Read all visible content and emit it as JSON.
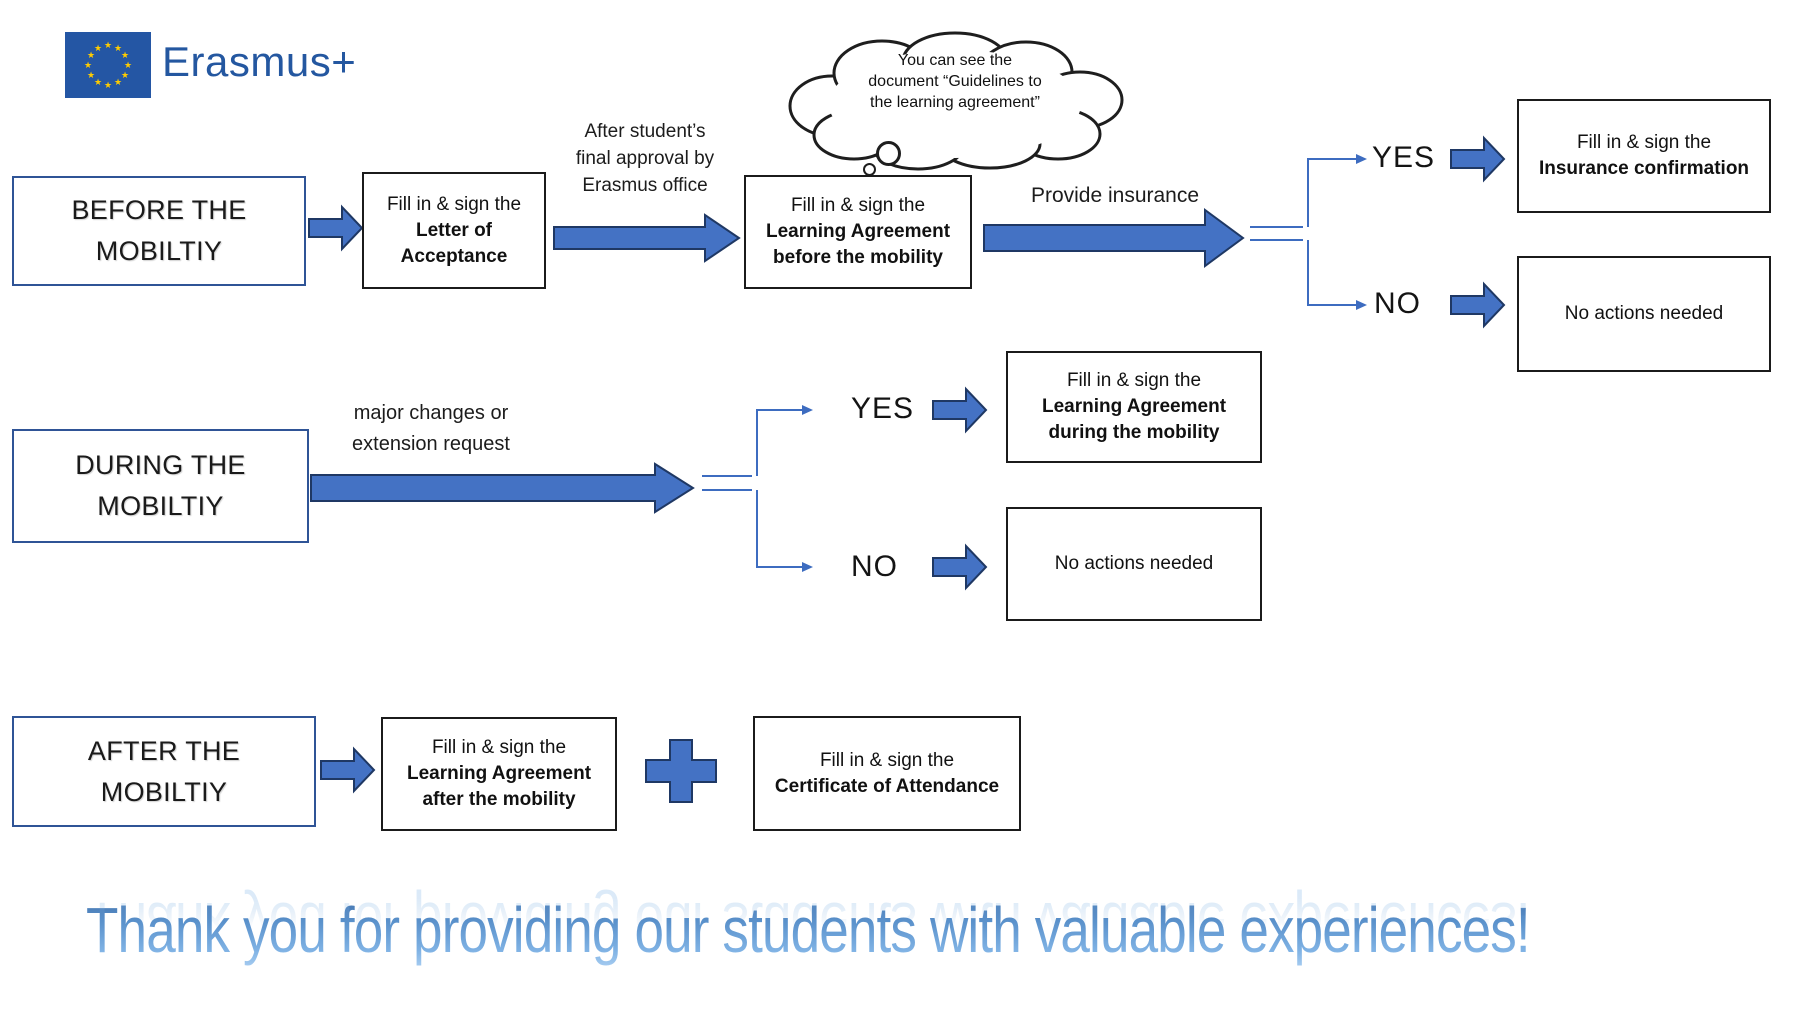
{
  "logo": {
    "brand": "Erasmus+"
  },
  "cloud": {
    "line1": "You can see the",
    "line2": "document “Guidelines to",
    "line3": "the learning agreement”"
  },
  "stages": {
    "before": {
      "line1": "BEFORE THE",
      "line2": "MOBILTIY"
    },
    "during": {
      "line1": "DURING THE",
      "line2": "MOBILTIY"
    },
    "after": {
      "line1": "AFTER THE",
      "line2": "MOBILTIY"
    }
  },
  "annotations": {
    "after_approval": [
      "After student’s",
      "final approval by",
      "Erasmus office"
    ],
    "provide_insurance": "Provide insurance",
    "major_changes": [
      "major changes or",
      "extension request"
    ]
  },
  "boxes": {
    "letter_of_acceptance": {
      "prefix": "Fill in & sign the",
      "bold1": "Letter of",
      "bold2": "Acceptance"
    },
    "la_before": {
      "prefix": "Fill in & sign the",
      "bold1": "Learning Agreement",
      "bold2": "before the mobility"
    },
    "insurance": {
      "prefix": "Fill in & sign the",
      "bold1": "Insurance confirmation"
    },
    "no_actions_1": {
      "text": "No actions needed"
    },
    "la_during": {
      "prefix": "Fill in & sign the",
      "bold1": "Learning Agreement",
      "bold2": "during the mobility"
    },
    "no_actions_2": {
      "text": "No actions needed"
    },
    "la_after": {
      "prefix": "Fill in & sign the",
      "bold1": "Learning Agreement",
      "bold2": "after the mobility"
    },
    "certificate": {
      "prefix": "Fill in & sign the",
      "bold1": "Certificate of Attendance"
    }
  },
  "branch_labels": {
    "yes1": "YES",
    "no1": "NO",
    "yes2": "YES",
    "no2": "NO"
  },
  "footer": {
    "message": "Thank you for providing our students with valuable experiences!"
  },
  "colors": {
    "arrow_fill": "#4472C4",
    "arrow_stroke": "#1F3864",
    "stage_border": "#2F5496",
    "box_border": "#1B1B1B",
    "connector_blue": "#3D6CC0",
    "flag_blue": "#2456A4",
    "star_yellow": "#FFCC00",
    "brand_blue": "#2457A0",
    "wordart_blue": "#5B92CC"
  }
}
